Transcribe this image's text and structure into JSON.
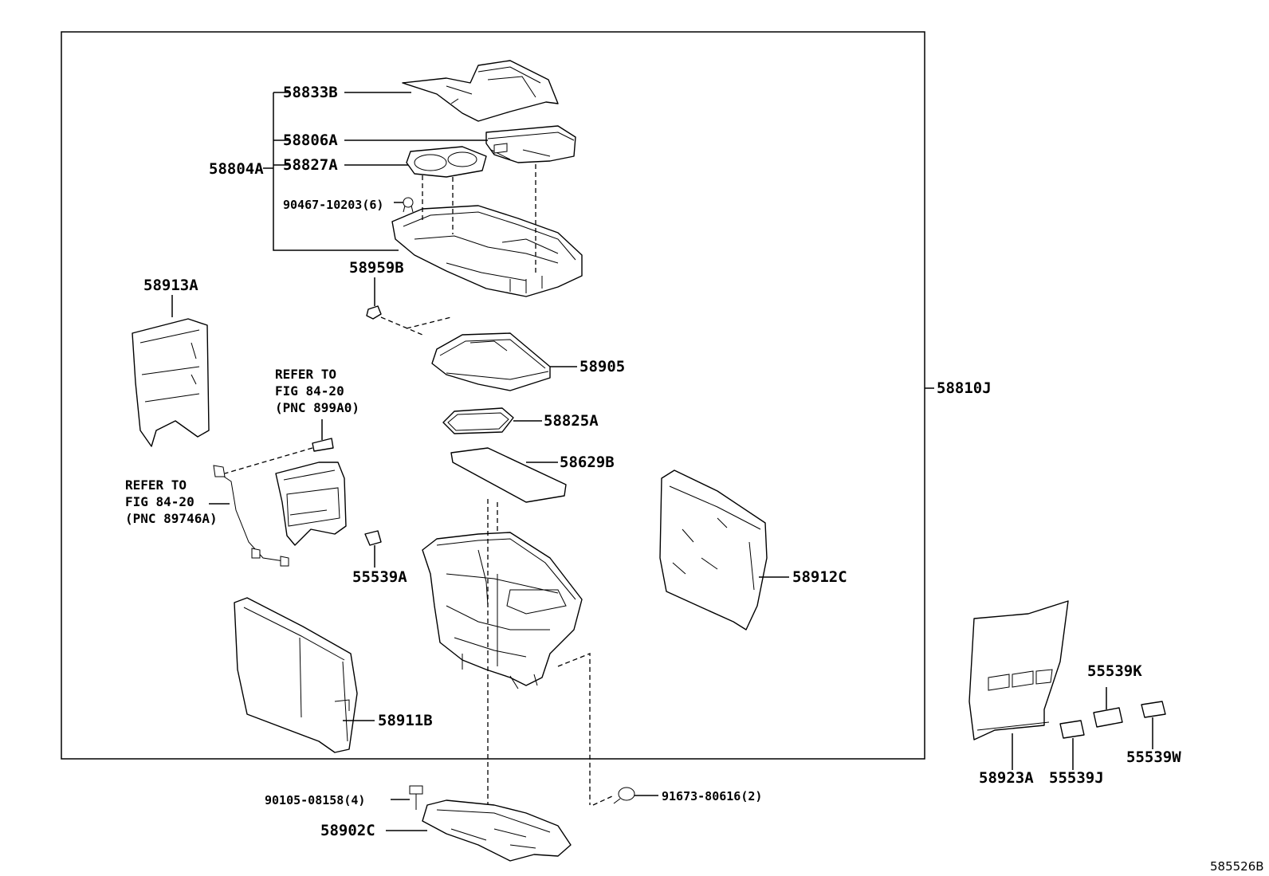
{
  "diagram_code": "585526B",
  "callouts": {
    "c58833B": "58833B",
    "c58806A": "58806A",
    "c58827A": "58827A",
    "c58804A": "58804A",
    "c90467": "90467-10203(6)",
    "c58959B": "58959B",
    "c58913A": "58913A",
    "c58905": "58905",
    "c58810J": "58810J",
    "c58825A": "58825A",
    "c58629B": "58629B",
    "c58912C": "58912C",
    "c55539A": "55539A",
    "c58911B": "58911B",
    "c90105": "90105-08158(4)",
    "c91673": "91673-80616(2)",
    "c58902C": "58902C",
    "c55539K": "55539K",
    "c55539W": "55539W",
    "c55539J": "55539J",
    "c58923A": "58923A"
  },
  "refer_notes": [
    {
      "line1": "REFER TO",
      "line2": "FIG 84-20",
      "line3": "(PNC 899A0)"
    },
    {
      "line1": "REFER TO",
      "line2": "FIG 84-20",
      "line3": "(PNC 89746A)"
    }
  ]
}
